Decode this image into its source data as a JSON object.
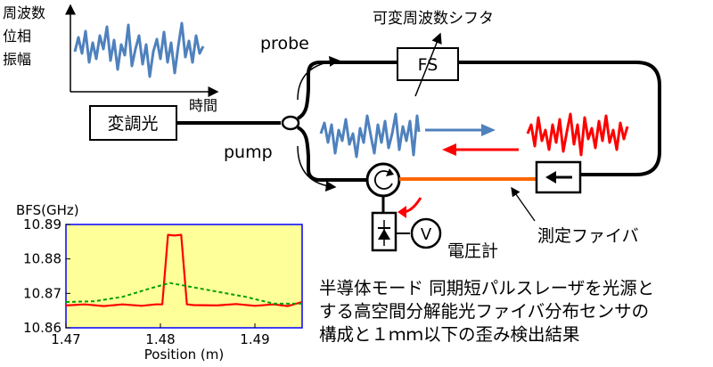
{
  "colors": {
    "fiber": "#000000",
    "blue_wave": "#4f81bd",
    "red_wave": "#ff0000",
    "test_fiber": "#ff6600",
    "plot_bg": "#ffff99",
    "plot_frame": "#0000ff",
    "green_trace": "#00a000"
  },
  "inset": {
    "ylabel_lines": [
      "周波数",
      "位相",
      "振幅"
    ],
    "xlabel": "時間"
  },
  "diagram": {
    "modulated_light_label": "変調光",
    "probe_label": "probe",
    "pump_label": "pump",
    "fs_label": "FS",
    "fs_caption": "可変周波数シフタ",
    "test_fiber_label": "測定ファイバ",
    "voltmeter_symbol": "V",
    "voltmeter_label": "電圧計"
  },
  "chart_data": {
    "type": "line",
    "ylabel": "BFS(GHz)",
    "xlabel": "Position (m)",
    "xlim": [
      1.47,
      1.495
    ],
    "ylim": [
      10.86,
      10.89
    ],
    "xticks": [
      "1.47",
      "1.48",
      "1.49"
    ],
    "yticks": [
      "10.89",
      "10.88",
      "10.87",
      "10.86"
    ],
    "series": [
      {
        "color": "#ff0000",
        "style": "solid",
        "x": [
          1.47,
          1.472,
          1.474,
          1.476,
          1.478,
          1.4795,
          1.4802,
          1.4808,
          1.4815,
          1.4822,
          1.4828,
          1.4835,
          1.486,
          1.488,
          1.49,
          1.492,
          1.4935,
          1.495
        ],
        "y": [
          10.8665,
          10.8668,
          10.8663,
          10.8668,
          10.8664,
          10.8668,
          10.8668,
          10.887,
          10.8868,
          10.887,
          10.8668,
          10.8666,
          10.8665,
          10.8669,
          10.8664,
          10.8668,
          10.8663,
          10.8675
        ]
      },
      {
        "color": "#00a000",
        "style": "dashed",
        "x": [
          1.47,
          1.473,
          1.476,
          1.479,
          1.481,
          1.483,
          1.486,
          1.489,
          1.492,
          1.495
        ],
        "y": [
          10.8675,
          10.8677,
          10.869,
          10.8715,
          10.873,
          10.872,
          10.8705,
          10.869,
          10.867,
          10.867
        ]
      }
    ]
  },
  "caption_lines": [
    "半導体モード 同期短パルスレーザを光源と",
    "する高空間分解能光ファイバ分布センサの",
    "構成と１ｍｍ以下の歪み検出結果"
  ]
}
